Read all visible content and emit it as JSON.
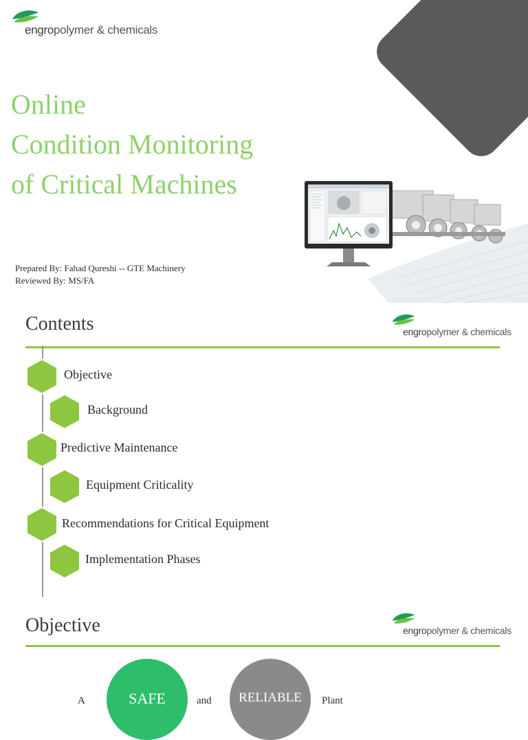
{
  "slide1": {
    "logo": {
      "brand": "engro",
      "rest": "polymer & chemicals"
    },
    "title_lines": [
      "Online",
      "Condition Monitoring",
      "of Critical Machines"
    ],
    "prepared_by": "Prepared By: Fahad Qureshi -- GTE Machinery",
    "reviewed_by": "Reviewed By: MS/FA",
    "colors": {
      "title": "#8ed16b",
      "diamond": "#5a5a5a"
    }
  },
  "slide2": {
    "heading": "Contents",
    "logo": {
      "brand": "engro",
      "rest": "polymer & chemicals"
    },
    "items": [
      {
        "label": "Objective",
        "level": 1
      },
      {
        "label": "Background",
        "level": 2
      },
      {
        "label": "Predictive Maintenance",
        "level": 1
      },
      {
        "label": "Equipment Criticality",
        "level": 2
      },
      {
        "label": "Recommendations for Critical Equipment",
        "level": 1
      },
      {
        "label": "Implementation Phases",
        "level": 2
      }
    ],
    "colors": {
      "hex": "#8ec63f",
      "rule": "#8ec63f"
    }
  },
  "slide3": {
    "heading": "Objective",
    "logo": {
      "brand": "engro",
      "rest": "polymer & chemicals"
    },
    "words": {
      "a": "A",
      "and": "and",
      "plant": "Plant"
    },
    "safe_label": "SAFE",
    "reliable_label": "RELIABLE",
    "colors": {
      "safe": "#2ebd6b",
      "reliable": "#8a8a8a"
    }
  }
}
